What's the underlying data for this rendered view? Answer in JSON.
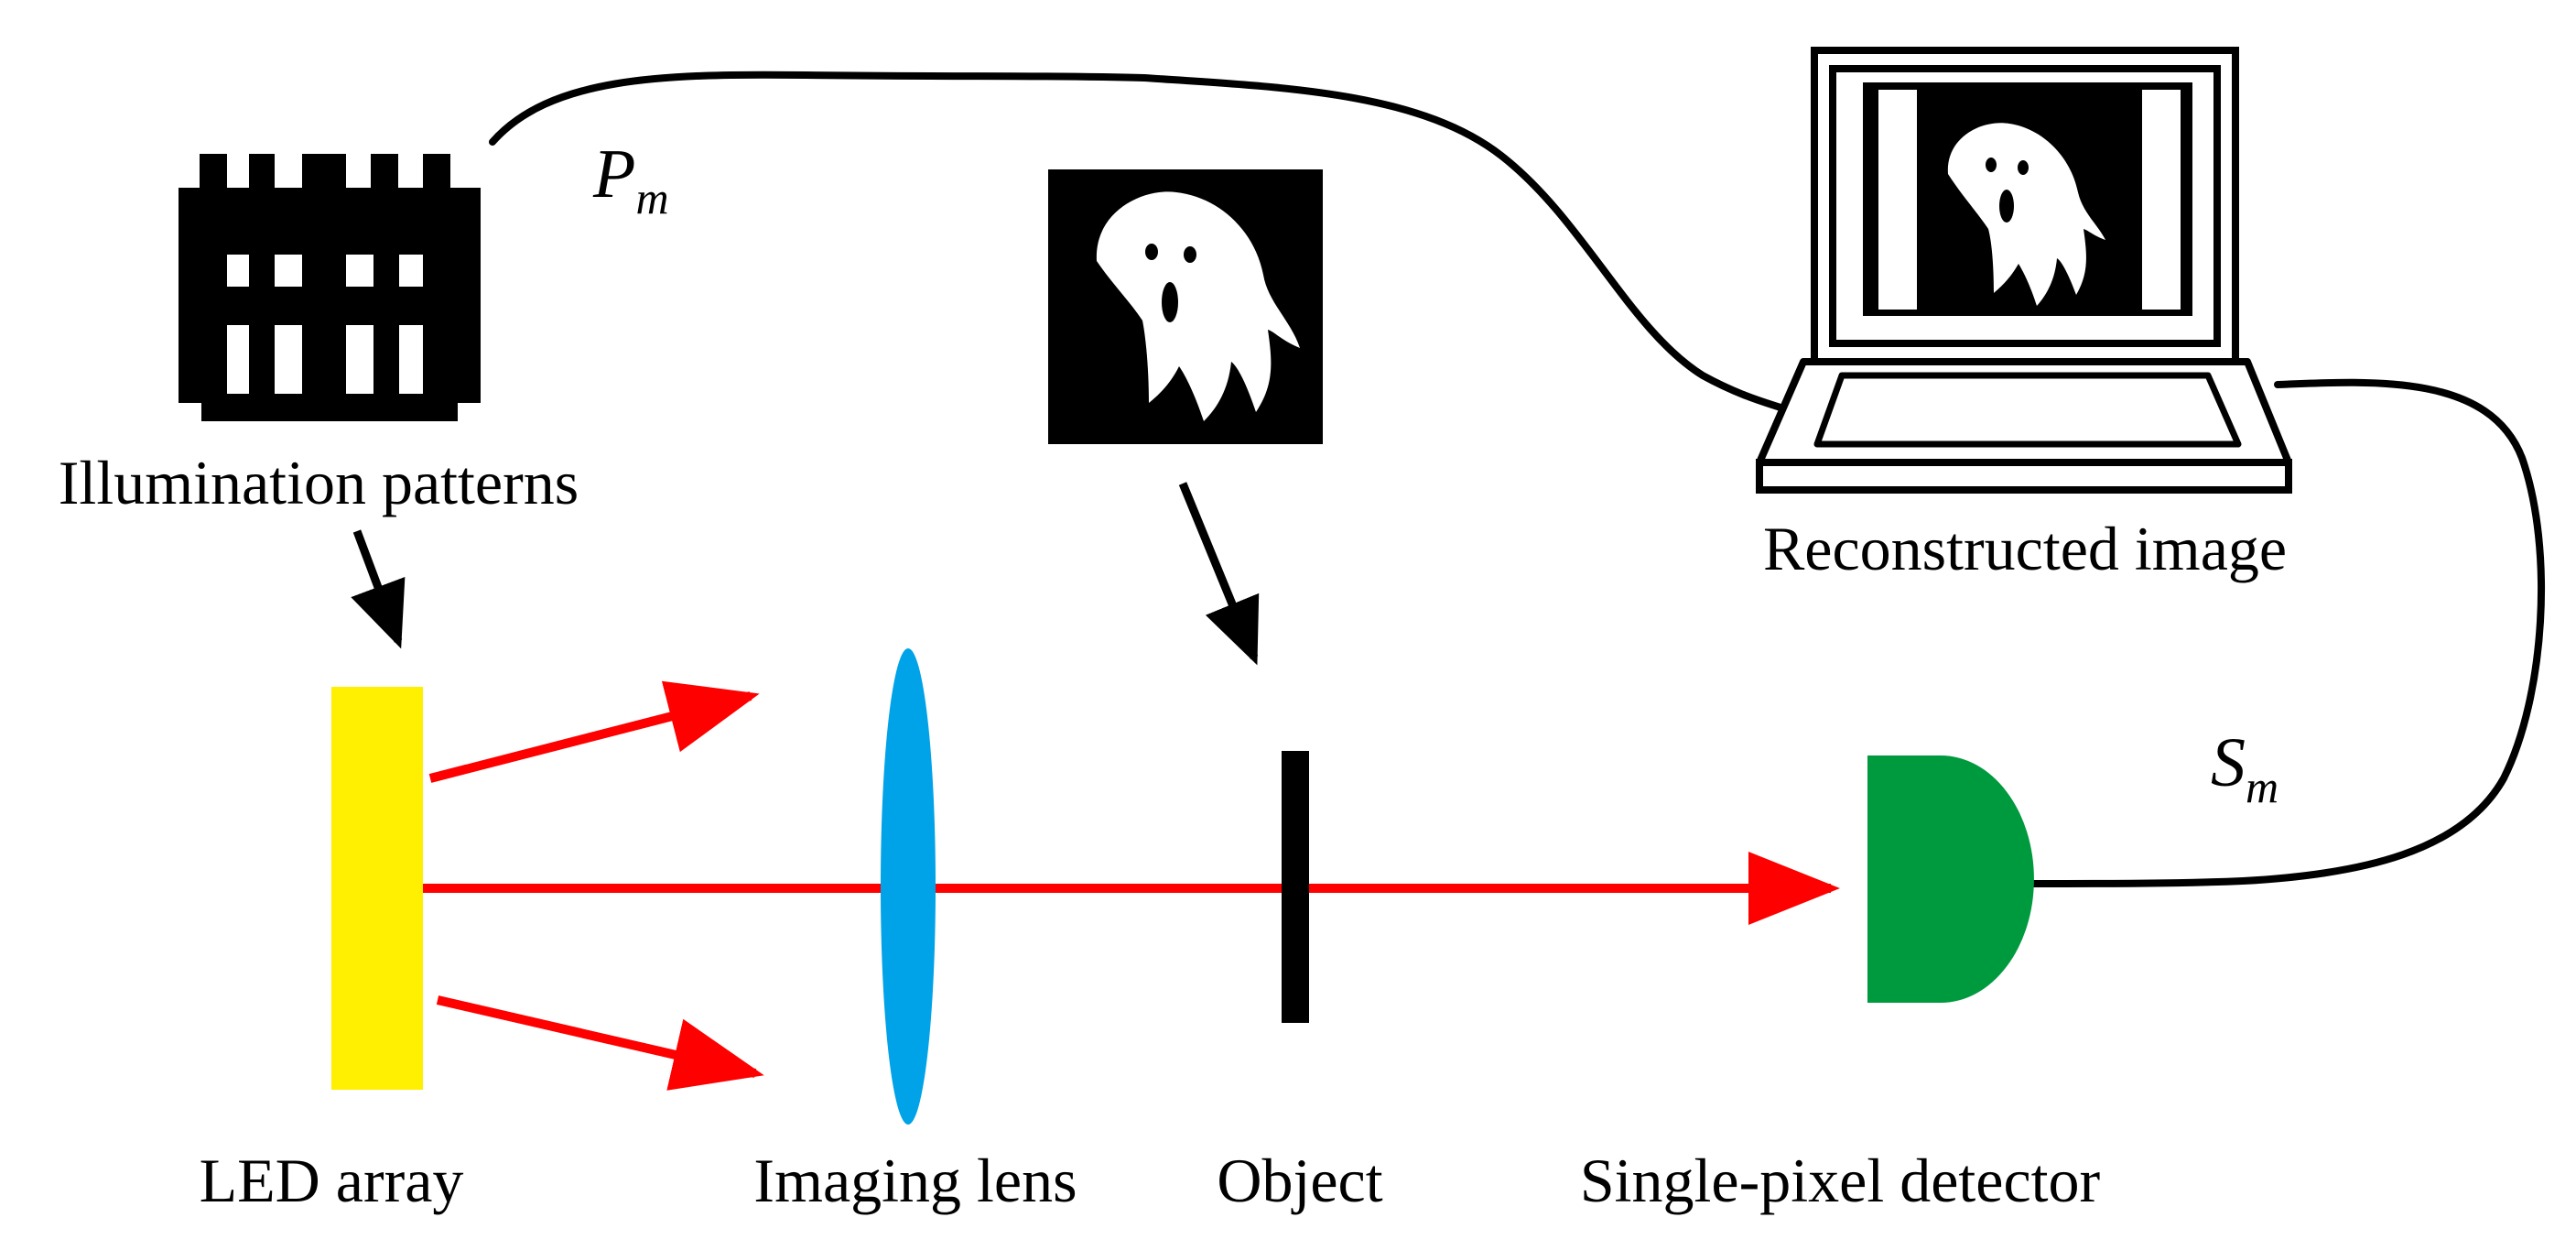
{
  "labels": {
    "illumination_patterns": "Illumination patterns",
    "reconstructed_image": "Reconstructed image",
    "led_array": "LED array",
    "imaging_lens": "Imaging lens",
    "object": "Object",
    "single_pixel_detector": "Single-pixel detector"
  },
  "symbols": {
    "pattern_base": "P",
    "pattern_sub": "m",
    "signal_base": "S",
    "signal_sub": "m"
  },
  "colors": {
    "background": "#ffffff",
    "ink": "#000000",
    "light_ray": "#ff0000",
    "led_array": "#ffef00",
    "lens": "#00a2e8",
    "detector": "#009a3e"
  },
  "icons": {
    "pattern": "binary-illumination-pattern-icon",
    "object_image": "ghost-object-image-icon",
    "computer": "laptop-icon",
    "detector": "bucket-detector-icon"
  }
}
